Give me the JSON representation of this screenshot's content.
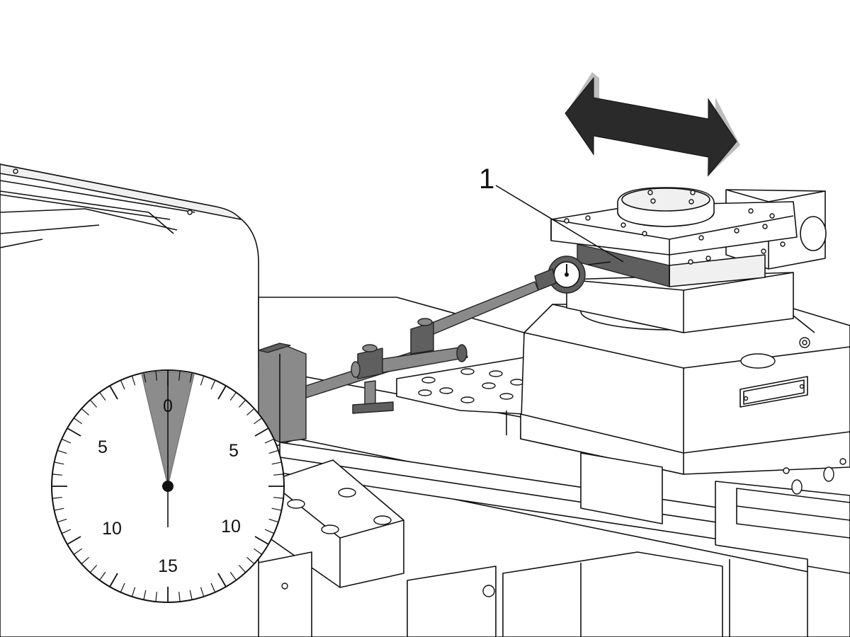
{
  "callout_label": "1",
  "dial": {
    "numbers": [
      {
        "key": "top",
        "text": "0"
      },
      {
        "key": "left_upper",
        "text": "5"
      },
      {
        "key": "right_upper",
        "text": "5"
      },
      {
        "key": "left_lower",
        "text": "10"
      },
      {
        "key": "right_lower",
        "text": "10"
      },
      {
        "key": "bottom",
        "text": "15"
      }
    ],
    "tick_count": 60,
    "pointer_reading": 0
  },
  "motion_arrow": "double-headed",
  "colors": {
    "line": "#111111",
    "indicator_wedge": "#8c8c8c",
    "arrow_fill": "#2a2a2a",
    "arrow_shadow": "#bdbdbd"
  }
}
